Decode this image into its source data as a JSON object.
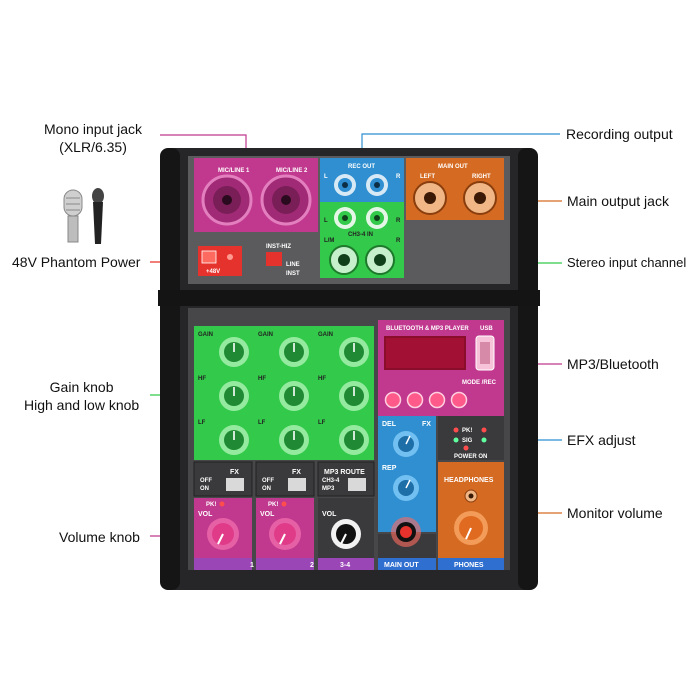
{
  "callouts": {
    "mono_input_line1": "Mono input jack",
    "mono_input_line2": "(XLR/6.35)",
    "phantom_power": "48V Phantom Power",
    "gain_knob_line1": "Gain knob",
    "gain_knob_line2": "High and low knob",
    "volume_knob": "Volume knob",
    "recording_output": "Recording output",
    "main_output_jack": "Main output jack",
    "stereo_input_channel": "Stereo input channel",
    "mp3_bluetooth": "MP3/Bluetooth",
    "efx_adjust": "EFX adjust",
    "monitor_volume": "Monitor volume"
  },
  "panel": {
    "mic_line_1": "MIC/LINE 1",
    "mic_line_2": "MIC/LINE 2",
    "rec_out": "REC OUT",
    "main_out": "MAIN OUT",
    "left": "LEFT",
    "right": "RIGHT",
    "l": "L",
    "r": "R",
    "lm": "L/M",
    "ch34_in": "CH3-4 IN",
    "phantom_btn": "+48V",
    "inst_hiz": "INST-HIZ",
    "line": "LINE",
    "inst": "INST",
    "gain": "GAIN",
    "hf": "HF",
    "lf": "LF",
    "fx": "FX",
    "off": "OFF",
    "on": "ON",
    "mp3_route": "MP3 ROUTE",
    "ch34": "CH3-4",
    "mp3": "MP3",
    "vol": "VOL",
    "pk": "PK!",
    "sig": "SIG",
    "del": "DEL",
    "rep": "REP",
    "power_on": "POWER ON",
    "headphones": "HEADPHONES",
    "bt_player": "BLUETOOTH & MP3 PLAYER",
    "usb": "USB",
    "mode_rec": "MODE /REC",
    "ch1": "1",
    "ch2": "2",
    "ch34_label": "3-4",
    "main_out_label": "MAIN OUT",
    "phones_label": "PHONES"
  },
  "colors": {
    "magenta": "#c0398e",
    "green": "#33c94a",
    "blue": "#2f8fd0",
    "orange": "#d56a22",
    "red": "#e6322c",
    "purple": "#9a46b6",
    "body": "#2a2a2c"
  }
}
